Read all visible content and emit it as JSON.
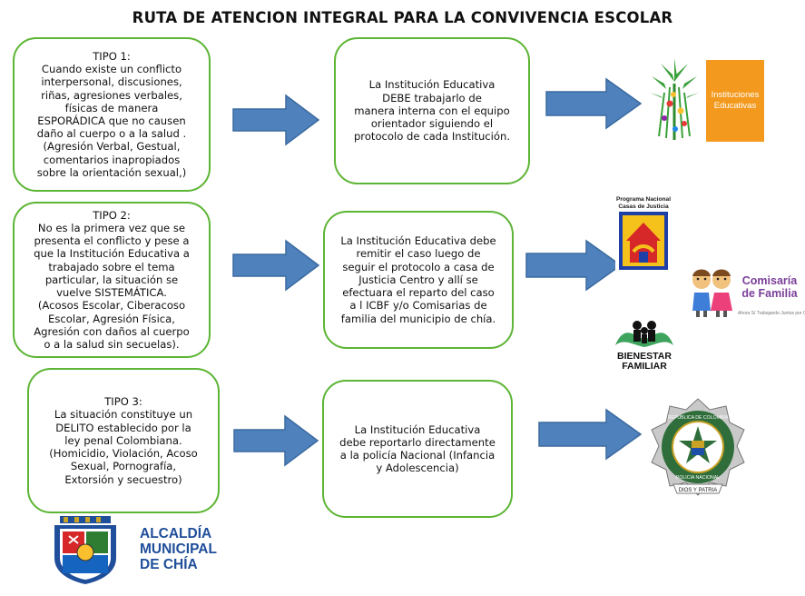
{
  "title": "RUTA DE ATENCION INTEGRAL PARA LA CONVIVENCIA ESCOLAR",
  "rows": [
    {
      "left_title": "TIPO 1:",
      "left_text": "Cuando existe un conflicto\ninterpersonal, discusiones,\nriñas,  agresiones verbales,\nfísicas de manera\nESPORÁDICA que no causen\ndaño al cuerpo o a la salud .\n(Agresión Verbal, Gestual,\ncomentarios inapropiados\nsobre la orientación sexual,)",
      "middle_text": "La Institución Educativa\nDEBE trabajarlo de\nmanera interna con el equipo\norientador siguiendo el\nprotocolo de cada Institución."
    },
    {
      "left_title": "TIPO 2:",
      "left_text": "No es la primera vez que se\npresenta el conflicto y pese a\nque la Institución Educativa a\ntrabajado sobre el tema\nparticular, la situación se\nvuelve SISTEMÁTICA.\n(Acosos Escolar, Ciberacoso\nEscolar,  Agresión Física,\nAgresión con daños al cuerpo\no a la salud sin secuelas).",
      "middle_text": "La Institución Educativa debe\nremitir el caso luego de\nseguir el protocolo a casa de\nJusticia Centro y allí se\nefectuara el reparto del caso\na l ICBF y/o  Comisarias de\nfamilia  del municipio de chía."
    },
    {
      "left_title": "TIPO 3:",
      "left_text": "La situación constituye un\nDELITO  establecido por la\nley penal Colombiana.\n(Homicidio, Violación, Acoso\nSexual, Pornografía,\nExtorsión y secuestro)",
      "middle_text": "La Institución Educativa\ndebe reportarlo directamente\na la policía  Nacional (Infancia\ny Adolescencia)"
    }
  ],
  "logos": {
    "instituciones": "Instituciones\nEducativas",
    "casas_justicia": "Programa Nacional\nCasas de Justicia",
    "comisaria": "Comisaría\nde Familia",
    "comisaria_tagline": "Ahora Sí Trabajando Juntos por Chía",
    "bienestar_1": "BIENESTAR",
    "bienestar_2": "FAMILIAR",
    "policia_ring": "REPUBLICA DE COLOMBIA",
    "policia_band": "POLICIA NACIONAL",
    "policia_motto": "DIOS Y PATRIA",
    "alcaldia": "ALCALDÍA\nMUNICIPAL\nDE CHÍA"
  },
  "colors": {
    "box_border": "#5cb534",
    "arrow_fill": "#4f81bd",
    "arrow_stroke": "#3a6a9f",
    "instituciones_orange": "#f39a1e",
    "alcaldia_blue": "#1f4e9a",
    "policia_green": "#2f6e3a",
    "policia_gold": "#c9a227"
  },
  "icons": [
    "tree-icon",
    "house-hands-icon",
    "children-icon",
    "family-icon",
    "police-shield-icon",
    "chia-crest-icon"
  ]
}
